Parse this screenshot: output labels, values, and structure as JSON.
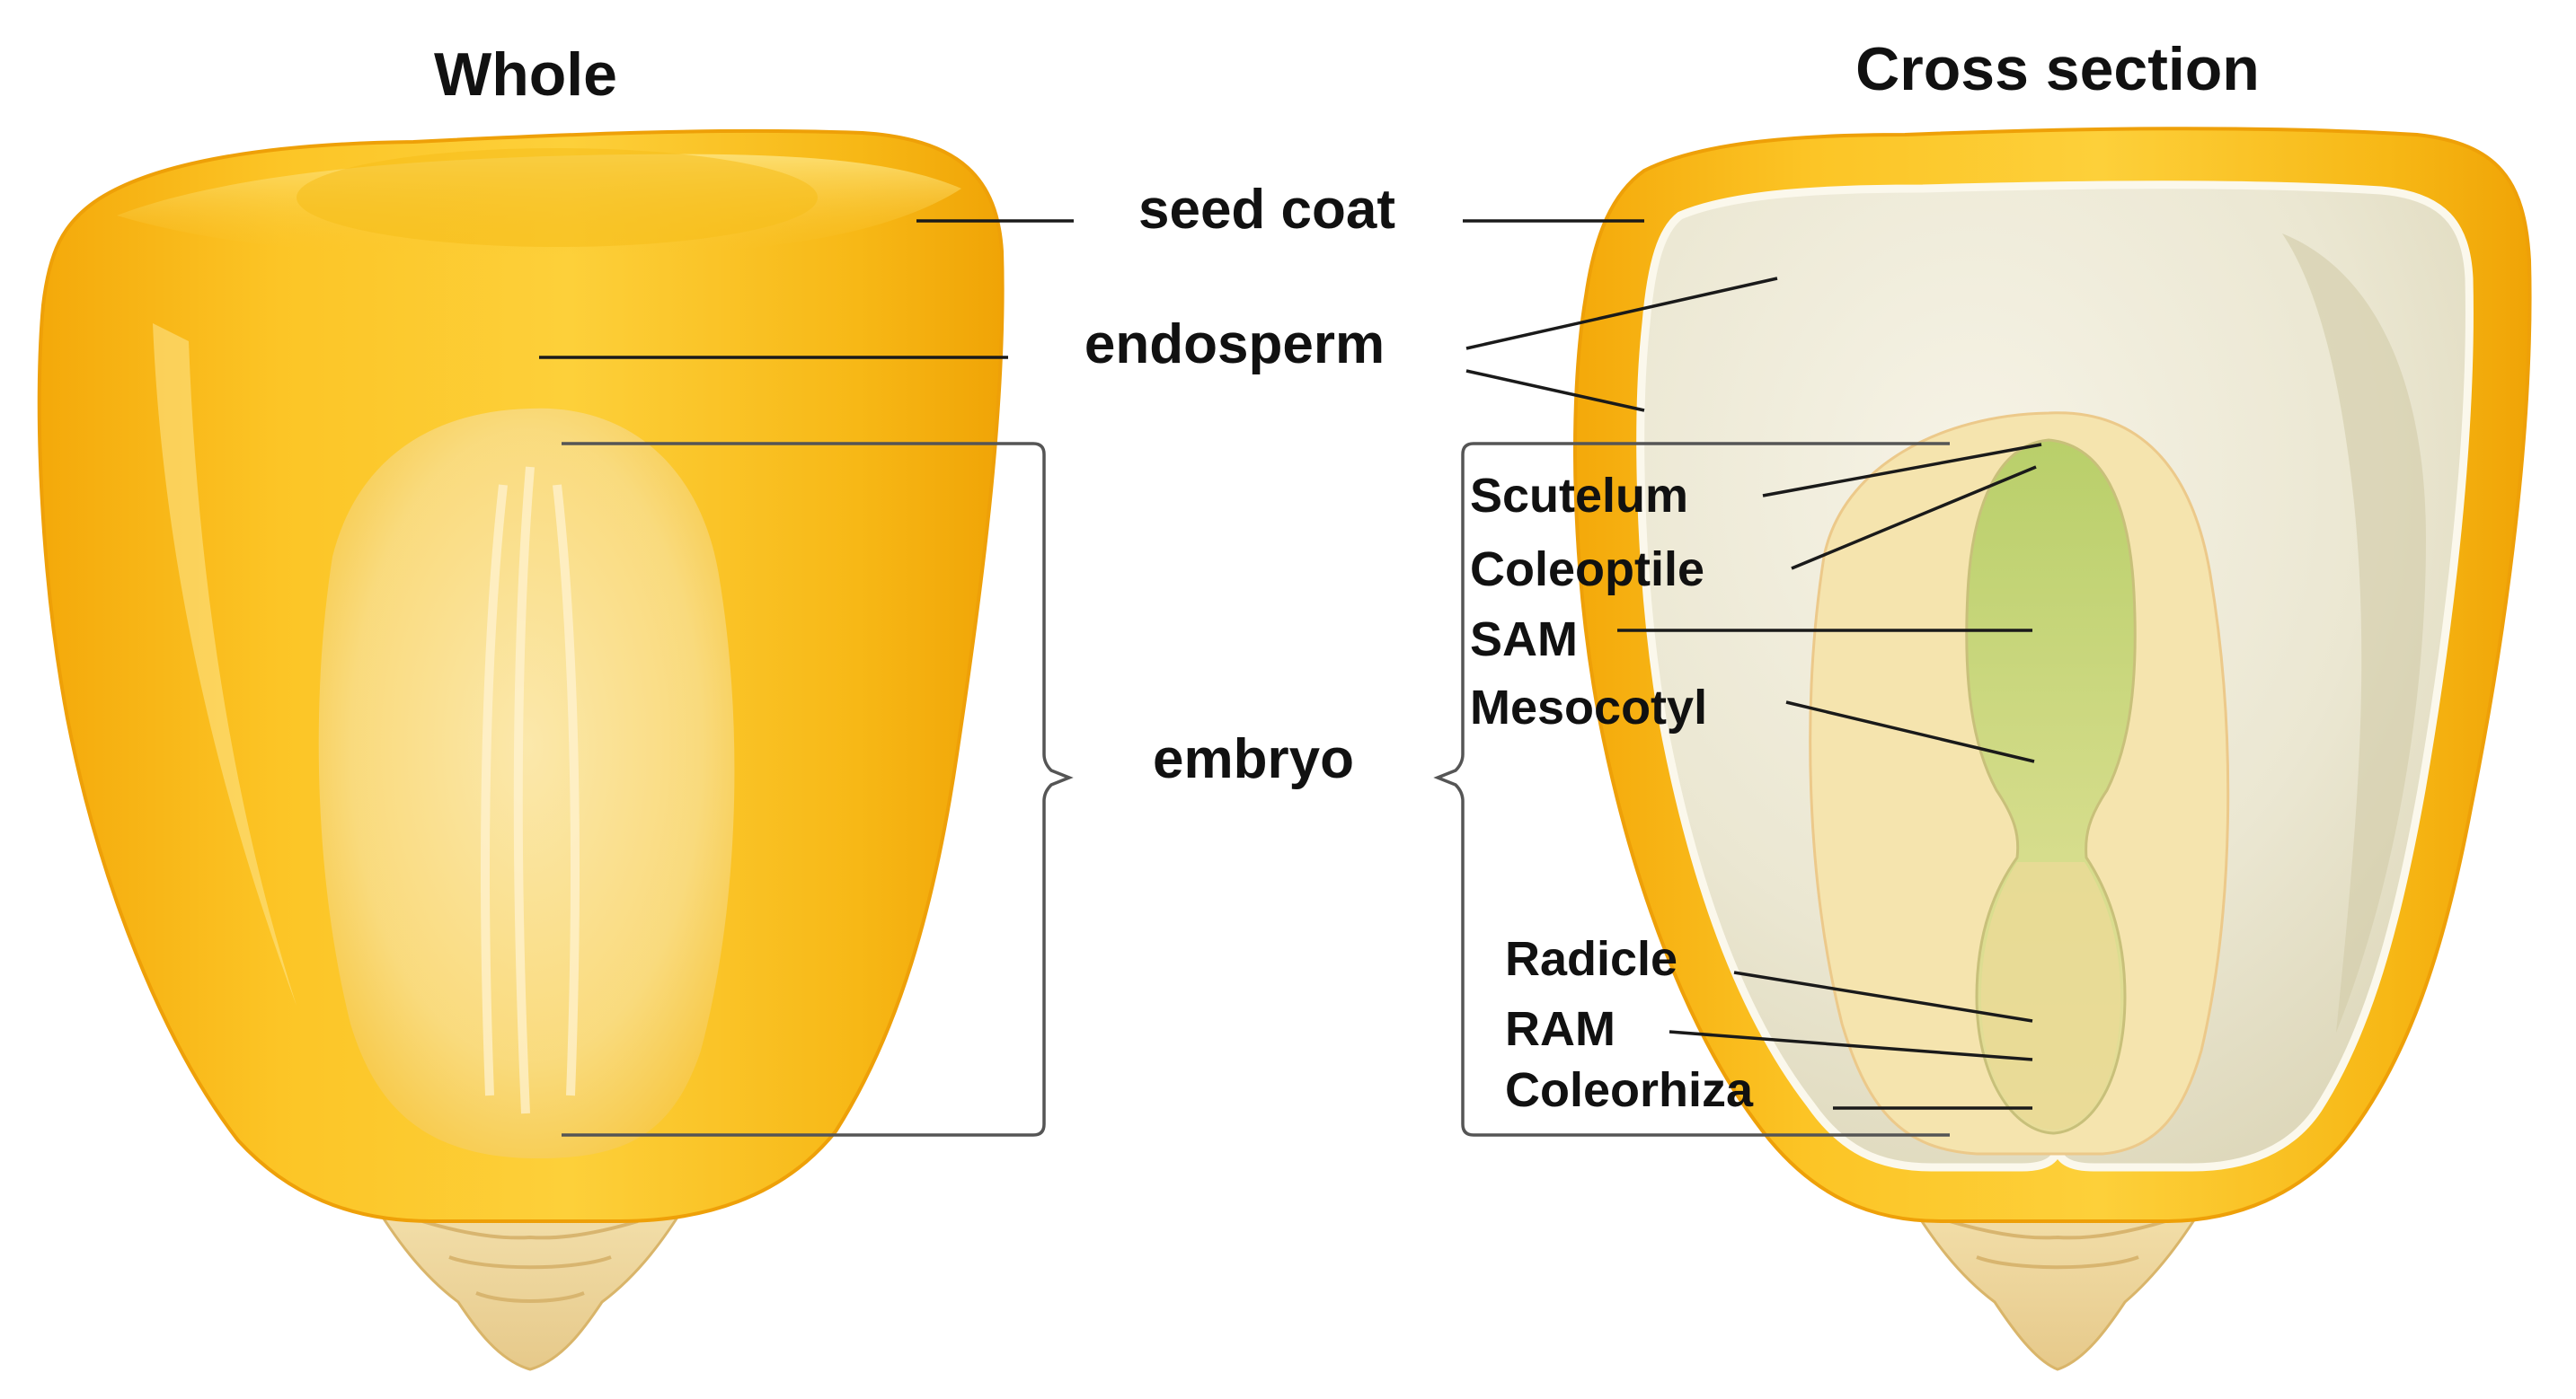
{
  "titles": {
    "whole": "Whole",
    "cross_section": "Cross section"
  },
  "labels": {
    "seed_coat": "seed coat",
    "endosperm": "endosperm",
    "embryo": "embryo"
  },
  "embryo_parts": {
    "scutelum": "Scutelum",
    "coleoptile": "Coleoptile",
    "sam": "SAM",
    "mesocotyl": "Mesocotyl",
    "radicle": "Radicle",
    "ram": "RAM",
    "coleorhiza": "Coleorhiza"
  },
  "colors": {
    "kernel_yellow": "#f5b50f",
    "kernel_light": "#fbd34a",
    "endosperm_cream": "#ece8d4",
    "embryo_cream": "#f6e7b4",
    "shoot_green": "#c9d77a",
    "tip_beige": "#efd9a2"
  }
}
